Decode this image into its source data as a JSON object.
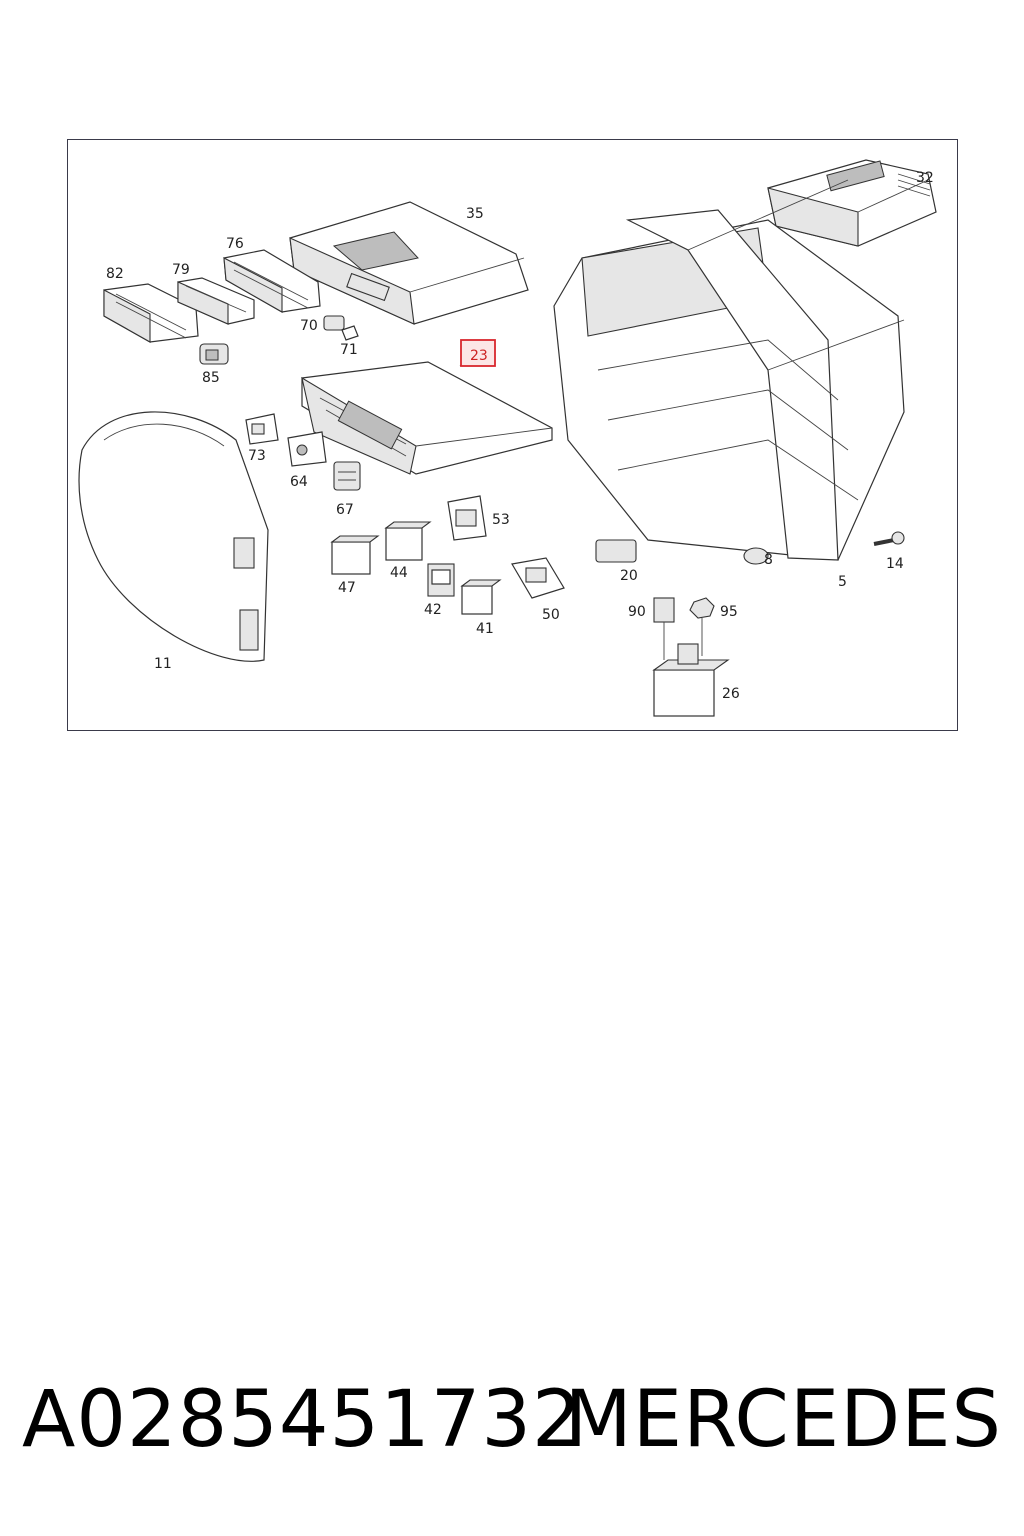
{
  "diagram": {
    "highlight_color": "#d9272e",
    "highlighted_label": "23",
    "labels": {
      "l32": "32",
      "l35": "35",
      "l76": "76",
      "l79": "79",
      "l82": "82",
      "l70": "70",
      "l71": "71",
      "l85": "85",
      "l23": "23",
      "l73": "73",
      "l64": "64",
      "l67": "67",
      "l53": "53",
      "l47": "47",
      "l44": "44",
      "l42": "42",
      "l41": "41",
      "l50": "50",
      "l20": "20",
      "l8": "8",
      "l5": "5",
      "l14": "14",
      "l90": "90",
      "l95": "95",
      "l26": "26",
      "l11": "11"
    }
  },
  "caption": {
    "part_number": "A0285451732",
    "brand": "MERCEDES"
  }
}
